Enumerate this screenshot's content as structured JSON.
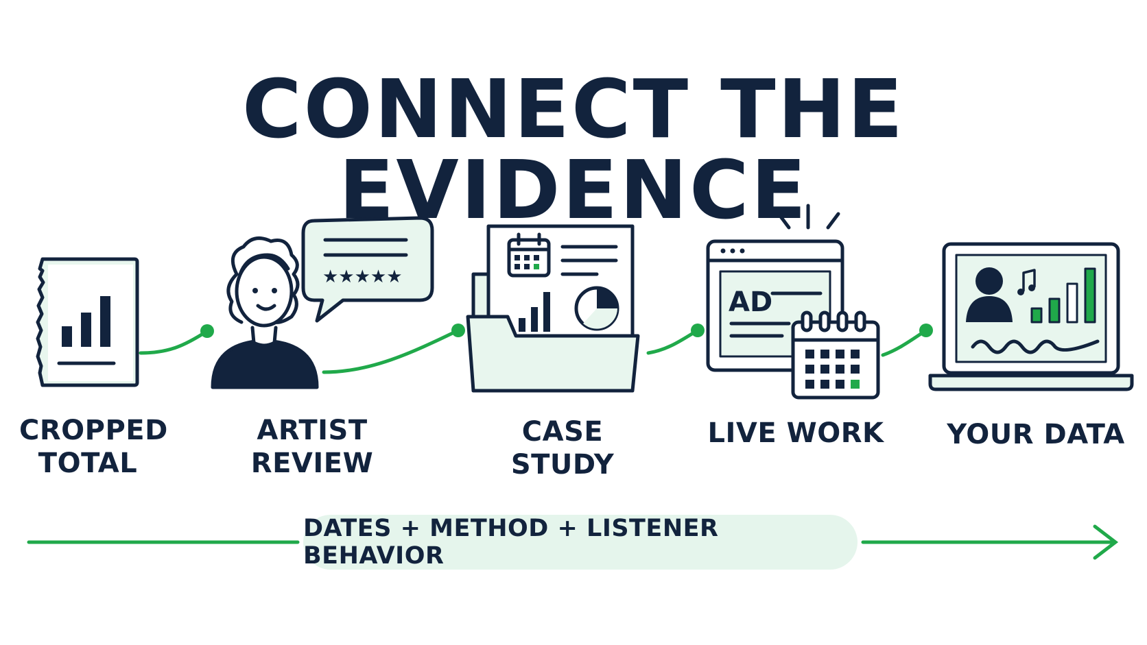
{
  "title": "CONNECT THE EVIDENCE",
  "steps": [
    {
      "label_line1": "CROPPED",
      "label_line2": "TOTAL",
      "icon": "cropped-chart-icon"
    },
    {
      "label_line1": "ARTIST",
      "label_line2": "REVIEW",
      "icon": "artist-review-icon"
    },
    {
      "label_line1": "CASE STUDY",
      "label_line2": "",
      "icon": "case-study-folder-icon"
    },
    {
      "label_line1": "LIVE WORK",
      "label_line2": "",
      "icon": "live-work-ad-calendar-icon"
    },
    {
      "label_line1": "YOUR DATA",
      "label_line2": "",
      "icon": "your-data-laptop-icon"
    }
  ],
  "ad_text": "AD",
  "summary": "DATES + METHOD + LISTENER BEHAVIOR",
  "colors": {
    "ink": "#12233d",
    "green": "#20a94a",
    "mint": "#e5f5ec"
  }
}
